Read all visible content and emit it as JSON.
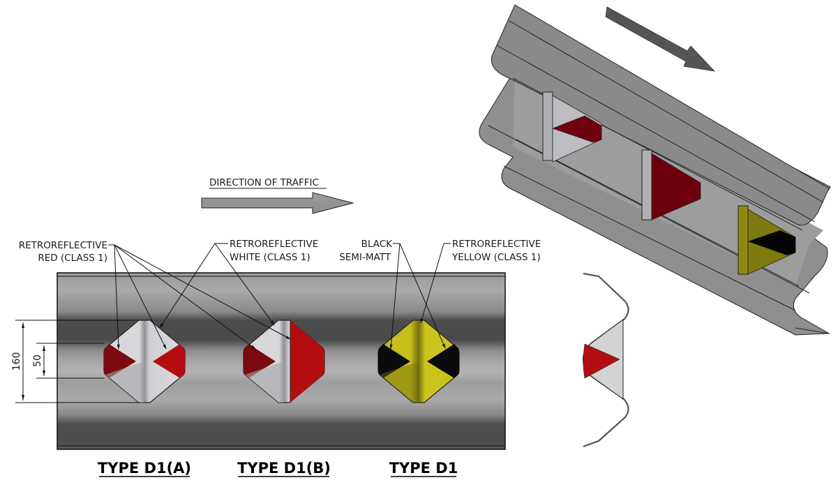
{
  "traffic": {
    "label": "DIRECTION OF TRAFFIC"
  },
  "callouts": {
    "red": {
      "line1": "RETROREFLECTIVE",
      "line2": "RED (CLASS 1)"
    },
    "white": {
      "line1": "RETROREFLECTIVE",
      "line2": "WHITE (CLASS 1)"
    },
    "black": {
      "line1": "BLACK",
      "line2": "SEMI-MATT"
    },
    "yellow": {
      "line1": "RETROREFLECTIVE",
      "line2": "YELLOW (CLASS 1)"
    }
  },
  "dimensions": {
    "outer": "160",
    "inner": "50"
  },
  "types": [
    {
      "label": "TYPE D1(A)"
    },
    {
      "label": "TYPE D1(B)"
    },
    {
      "label": "TYPE D1"
    }
  ],
  "colors": {
    "red_dark": "#7a0a0f",
    "red": "#b30d12",
    "white": "#d9d9dc",
    "white_shade": "#9a9a9e",
    "yellow": "#c9c21a",
    "yellow_shade": "#6f6b10",
    "black": "#0b0b0d",
    "rail_light": "#a8a8a8",
    "rail_dark": "#4d4d4d"
  }
}
